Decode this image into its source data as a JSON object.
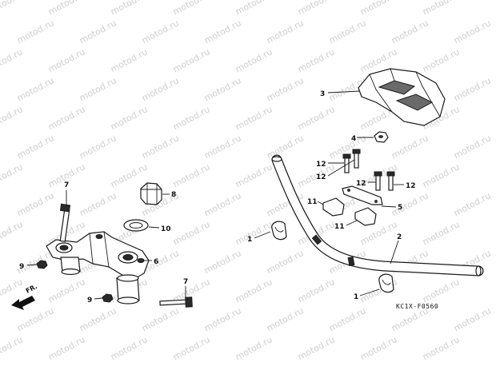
{
  "watermark": "motod.ru",
  "diagram_code": "KC1X-F0560",
  "direction_label": "FR.",
  "callouts": {
    "c1a": "1",
    "c1b": "1",
    "c2": "2",
    "c3": "3",
    "c4": "4",
    "c5": "5",
    "c6": "6",
    "c7a": "7",
    "c7b": "7",
    "c8": "8",
    "c9a": "9",
    "c9b": "9",
    "c10": "10",
    "c11a": "11",
    "c11b": "11",
    "c12a": "12",
    "c12b": "12",
    "c12c": "12",
    "c12d": "12"
  }
}
